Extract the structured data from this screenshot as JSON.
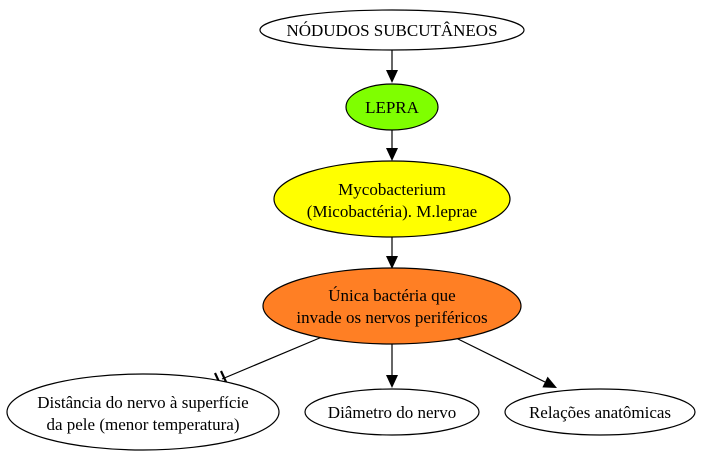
{
  "nodes": {
    "nodulos": {
      "lines": [
        "NÓDUDOS SUBCUTÂNEOS"
      ],
      "fill": "#ffffff"
    },
    "lepra": {
      "lines": [
        "LEPRA"
      ],
      "fill": "#7fff00"
    },
    "mycobacterium": {
      "lines": [
        "Mycobacterium",
        "(Micobactéria). M.leprae"
      ],
      "fill": "#ffff00"
    },
    "unica": {
      "lines": [
        "Única bactéria que",
        "invade os nervos periféricos"
      ],
      "fill": "#ff7f24"
    },
    "distancia": {
      "lines": [
        "Distância do nervo à superfície",
        "da pele (menor temperatura)"
      ],
      "fill": "#ffffff"
    },
    "diametro": {
      "lines": [
        "Diâmetro do nervo"
      ],
      "fill": "#ffffff"
    },
    "relacoes": {
      "lines": [
        "Relações anatômicas"
      ],
      "fill": "#ffffff"
    }
  },
  "edges": [
    {
      "from": "nodulos",
      "to": "lepra",
      "head": "arrow"
    },
    {
      "from": "lepra",
      "to": "mycobacterium",
      "head": "arrow"
    },
    {
      "from": "mycobacterium",
      "to": "unica",
      "head": "arrow"
    },
    {
      "from": "unica",
      "to": "distancia",
      "head": "tee"
    },
    {
      "from": "unica",
      "to": "diametro",
      "head": "arrow"
    },
    {
      "from": "unica",
      "to": "relacoes",
      "head": "arrow"
    }
  ]
}
